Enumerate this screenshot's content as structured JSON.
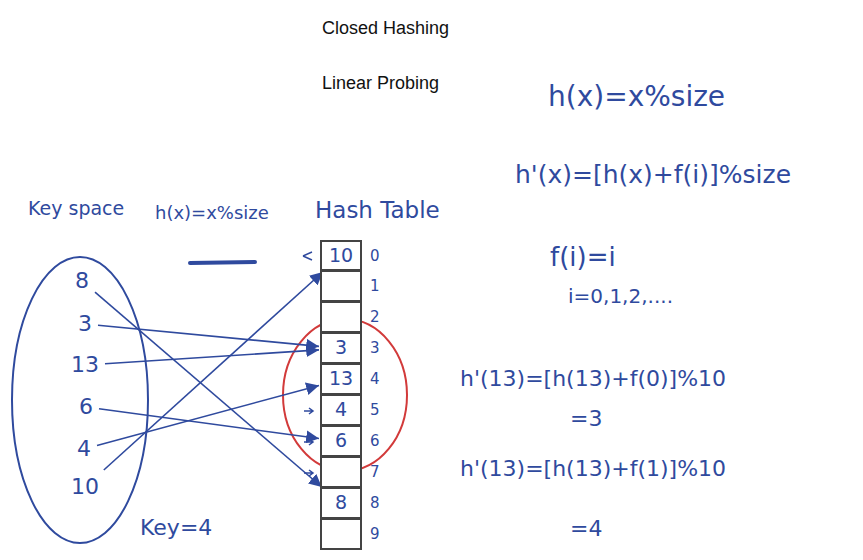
{
  "diagram": {
    "title": "Closed Hashing",
    "nodes": [
      {
        "text": [
          "Key space"
        ]
      },
      {
        "text": [
          "8"
        ],
        "in": 0
      },
      {
        "text": [
          "3"
        ],
        "in": 0
      },
      {
        "text": [
          "13"
        ],
        "in": 0
      },
      {
        "text": [
          "6"
        ],
        "in": 0
      },
      {
        "text": [
          "4"
        ],
        "in": 0
      },
      {
        "text": [
          "10"
        ],
        "in": 0
      },
      {
        "text": [
          "Hash Table"
        ]
      },
      {
        "text": [
          "10",
          "0"
        ],
        "in": 7
      },
      {
        "text": [
          "1"
        ],
        "in": 7
      },
      {
        "text": [
          "2"
        ],
        "in": 7
      },
      {
        "text": [
          "3",
          "3"
        ],
        "in": 7
      },
      {
        "text": [
          "13",
          "4"
        ],
        "in": 7
      },
      {
        "text": [
          "4",
          "5"
        ],
        "in": 7
      },
      {
        "text": [
          "6",
          "6"
        ],
        "in": 7
      },
      {
        "text": [
          "7"
        ],
        "in": 7
      },
      {
        "text": [
          "8",
          "8"
        ],
        "in": 7
      },
      {
        "text": [
          "9"
        ],
        "in": 7
      }
    ],
    "edges": [
      {
        "from": 1,
        "to": 16,
        "arrow": "to"
      },
      {
        "from": 2,
        "to": 11,
        "arrow": "to"
      },
      {
        "from": 3,
        "to": 11,
        "arrow": "to"
      },
      {
        "from": 4,
        "to": 14,
        "arrow": "to"
      },
      {
        "from": 5,
        "to": 12,
        "arrow": "to"
      },
      {
        "from": 6,
        "to": 8,
        "arrow": "to"
      }
    ],
    "labels": [
      "Linear Probing",
      "h(x)=x%size",
      "h'(x)=[h(x)+f(i)]%size",
      "f(i)=i",
      "i=0,1,2,....",
      "h'(13)=[h(13)+f(0)]%10",
      "=3",
      "h'(13)=[h(13)+f(1)]%10",
      "=4",
      "h(x)=x%size",
      "Key=4"
    ]
  }
}
